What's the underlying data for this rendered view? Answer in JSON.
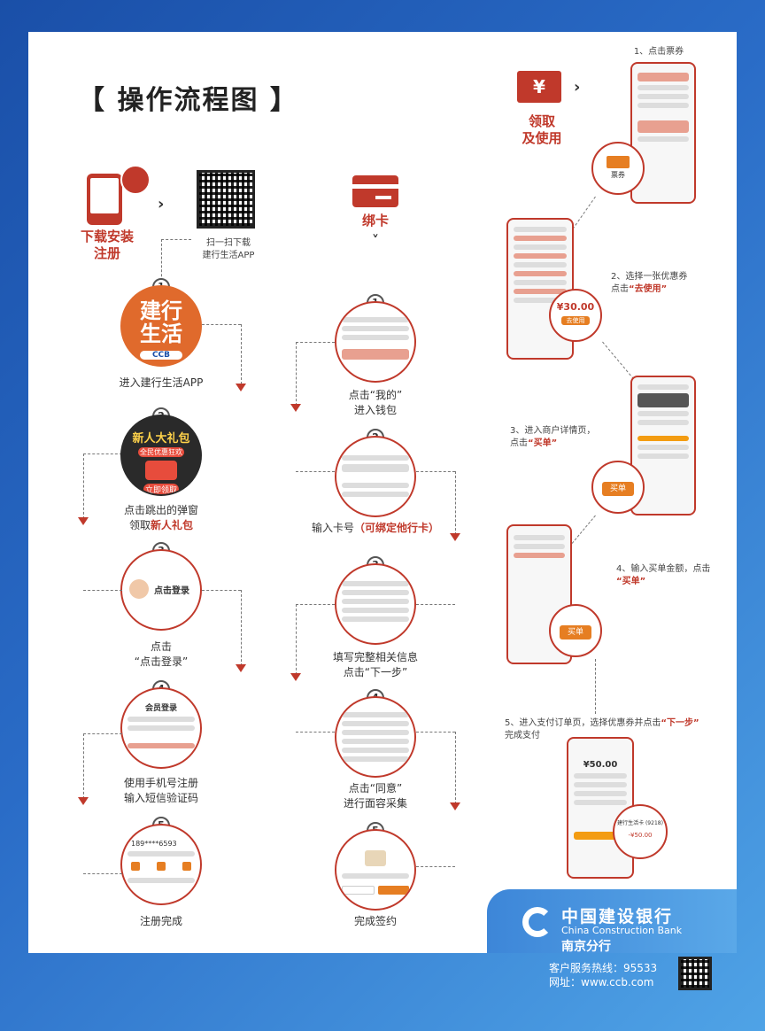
{
  "page_title": "【 操作流程图 】",
  "left": {
    "head": "下载安装\n注册",
    "qr_caption_1": "扫一扫下载",
    "qr_caption_2": "建行生活APP",
    "app_icon_text_1": "建行",
    "app_icon_text_2": "生活",
    "app_brand": "CCB",
    "steps": [
      {
        "num": "1",
        "caption": "进入建行生活APP"
      },
      {
        "num": "2",
        "caption_1": "点击跳出的弹窗",
        "caption_2a": "领取",
        "caption_2b": "新人礼包",
        "popup_title": "新人大礼包",
        "popup_sub": "全民优惠狂欢",
        "popup_btn": "立即领取"
      },
      {
        "num": "3",
        "caption_1": "点击",
        "caption_2": "“点击登录”",
        "inner": "点击登录"
      },
      {
        "num": "4",
        "caption_1": "使用手机号注册",
        "caption_2": "输入短信验证码",
        "inner": "会员登录"
      },
      {
        "num": "5",
        "caption": "注册完成",
        "inner": "189****6593"
      }
    ]
  },
  "middle": {
    "head": "绑卡",
    "chevron": "˅",
    "steps": [
      {
        "num": "1",
        "caption_1": "点击“我的”",
        "caption_2": "进入钱包"
      },
      {
        "num": "2",
        "caption_a": "输入卡号",
        "caption_b": "（可绑定他行卡）"
      },
      {
        "num": "3",
        "caption_1": "填写完整相关信息",
        "caption_2": "点击“下一步”"
      },
      {
        "num": "4",
        "caption_1": "点击“同意”",
        "caption_2": "进行面容采集"
      },
      {
        "num": "5",
        "caption": "完成签约"
      }
    ]
  },
  "right": {
    "head": "领取\n及使用",
    "ticket_symbol": "¥",
    "steps": [
      {
        "caption": "1、点击票券",
        "bubble": "票券"
      },
      {
        "caption_1": "2、选择一张优惠券",
        "caption_2a": "点击",
        "caption_2b": "“去使用”",
        "bubble_amount": "¥30.00",
        "bubble_btn": "去使用"
      },
      {
        "caption_1": "3、进入商户详情页，",
        "caption_2a": "点击",
        "caption_2b": "“买单”",
        "bubble": "买单"
      },
      {
        "caption_1": "4、输入买单金额，点击",
        "caption_2": "“买单”",
        "bubble": "买单"
      },
      {
        "caption_1a": "5、进入支付订单页，选择优惠券并点击",
        "caption_1b": "“下一步”",
        "caption_2": "完成支付",
        "amount": "¥50.00",
        "card": "建行生活卡 (9218)",
        "coupon": "-¥50.00"
      }
    ]
  },
  "bank": {
    "name_cn": "中国建设银行",
    "name_en": "China Construction Bank",
    "branch": "南京分行",
    "hotline": "客户服务热线：95533",
    "website": "网址：www.ccb.com"
  },
  "colors": {
    "accent": "#c0392b",
    "bg_blue": "#2a6cc7"
  }
}
